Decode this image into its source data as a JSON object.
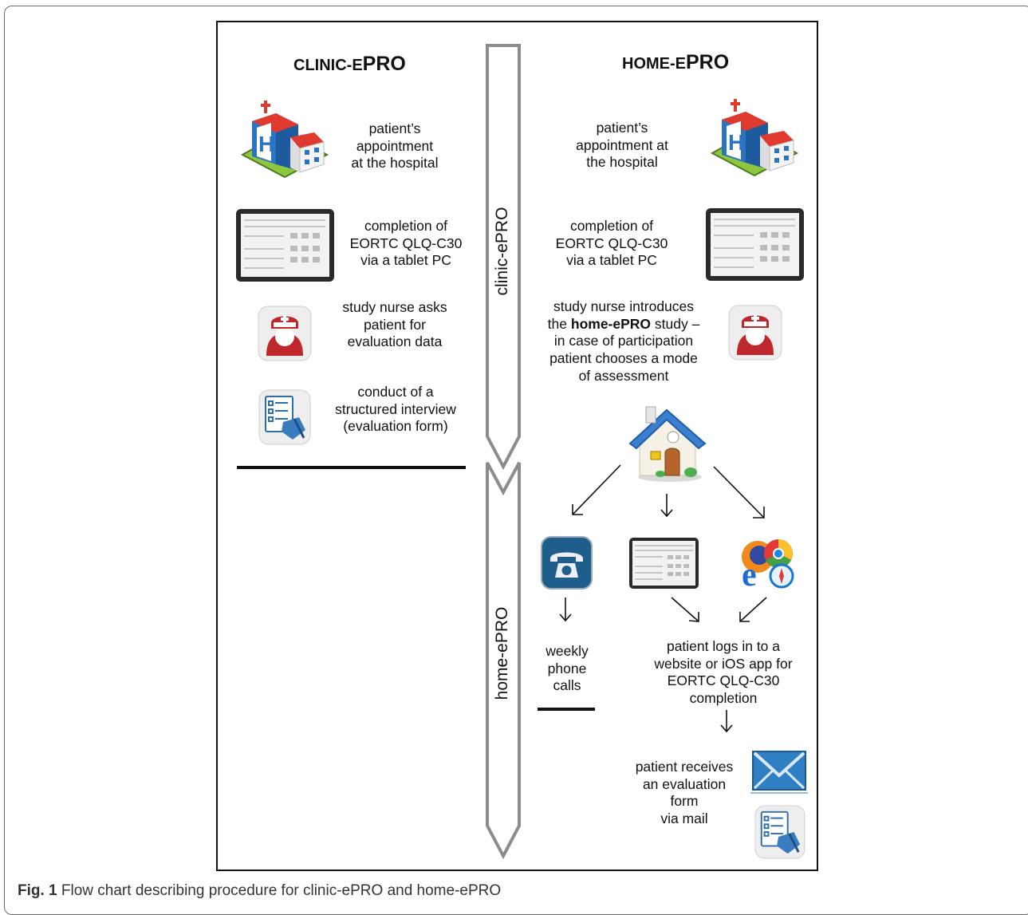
{
  "figure": {
    "caption_fig": "Fig. 1",
    "caption_text": "Flow chart describing procedure for clinic-ePRO and home-ePRO"
  },
  "clinic": {
    "heading_prefix": "CLINIC-E",
    "heading_suffix": "PRO",
    "step1": [
      "patient’s",
      "appointment",
      "at the hospital"
    ],
    "step2": [
      "completion of",
      "EORTC QLQ-C30",
      "via a tablet PC"
    ],
    "step3": [
      "study nurse asks",
      "patient for",
      "evaluation data"
    ],
    "step4": [
      "conduct of a",
      "structured interview",
      "(evaluation form)"
    ]
  },
  "home": {
    "heading_prefix": "HOME-E",
    "heading_suffix": "PRO",
    "step1": [
      "patient’s",
      "appointment at",
      "the hospital"
    ],
    "step2": [
      "completion of",
      "EORTC QLQ-C30",
      "via a tablet PC"
    ],
    "step3_line1": "study nurse introduces",
    "step3_line2_pre": "the ",
    "step3_line2_bold": "home-ePRO",
    "step3_line2_post": " study –",
    "step3_rest": [
      "in case of participation",
      "patient chooses a mode",
      "of assessment"
    ],
    "phone_result": [
      "weekly",
      "phone",
      "calls"
    ],
    "online_result": [
      "patient logs in to a",
      "website or iOS app for",
      "EORTC QLQ-C30",
      "completion"
    ],
    "mail_result": [
      "patient receives",
      "an evaluation",
      "form",
      "via mail"
    ]
  },
  "timeline": {
    "upper_label": "clinic-ePRO",
    "lower_label": "home-ePRO"
  },
  "icons": [
    "hospital-icon",
    "tablet-icon",
    "nurse-icon",
    "form-icon",
    "house-icon",
    "phone-icon",
    "browser-icon",
    "mail-icon"
  ],
  "colors": {
    "frame": "#6b6b6b",
    "arrow_gray": "#8c8c8c",
    "hospital_blue": "#2b74c4",
    "house_blue": "#3b7fd0",
    "nurse_red": "#c0272d",
    "phone_teal": "#1f5e8a",
    "mail_blue": "#2f7fc4"
  }
}
